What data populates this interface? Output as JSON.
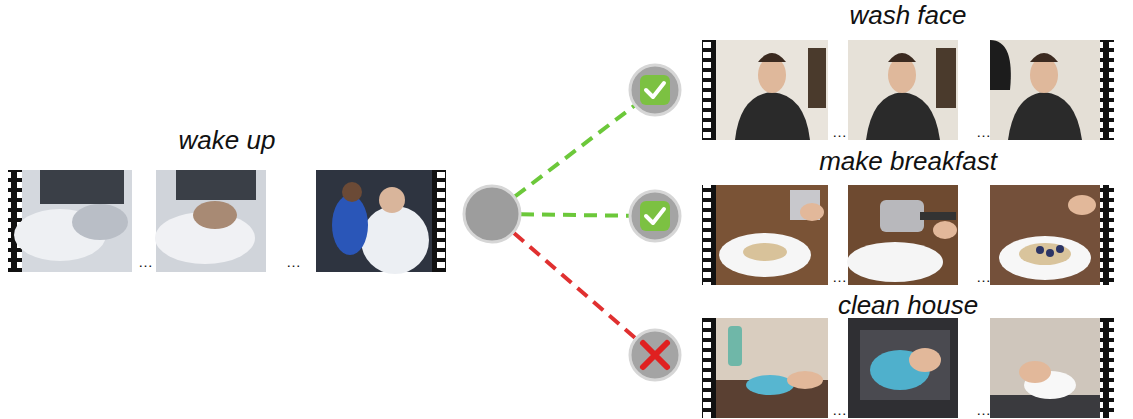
{
  "diagram": {
    "nodes": [
      {
        "text": [
          "wake up"
        ]
      },
      {
        "text": []
      },
      {
        "text": []
      },
      {
        "text": []
      },
      {
        "text": []
      },
      {
        "text": [
          "wash face"
        ]
      },
      {
        "text": [
          "make breakfast"
        ]
      },
      {
        "text": [
          "clean house"
        ]
      }
    ],
    "edges": [
      {
        "from": 1,
        "to": 2,
        "arrow": "none"
      },
      {
        "from": 1,
        "to": 3,
        "arrow": "none"
      },
      {
        "from": 1,
        "to": 4,
        "arrow": "none"
      }
    ],
    "labels": [
      "…",
      "…",
      "…",
      "…",
      "…",
      "…",
      "…",
      "…"
    ]
  }
}
